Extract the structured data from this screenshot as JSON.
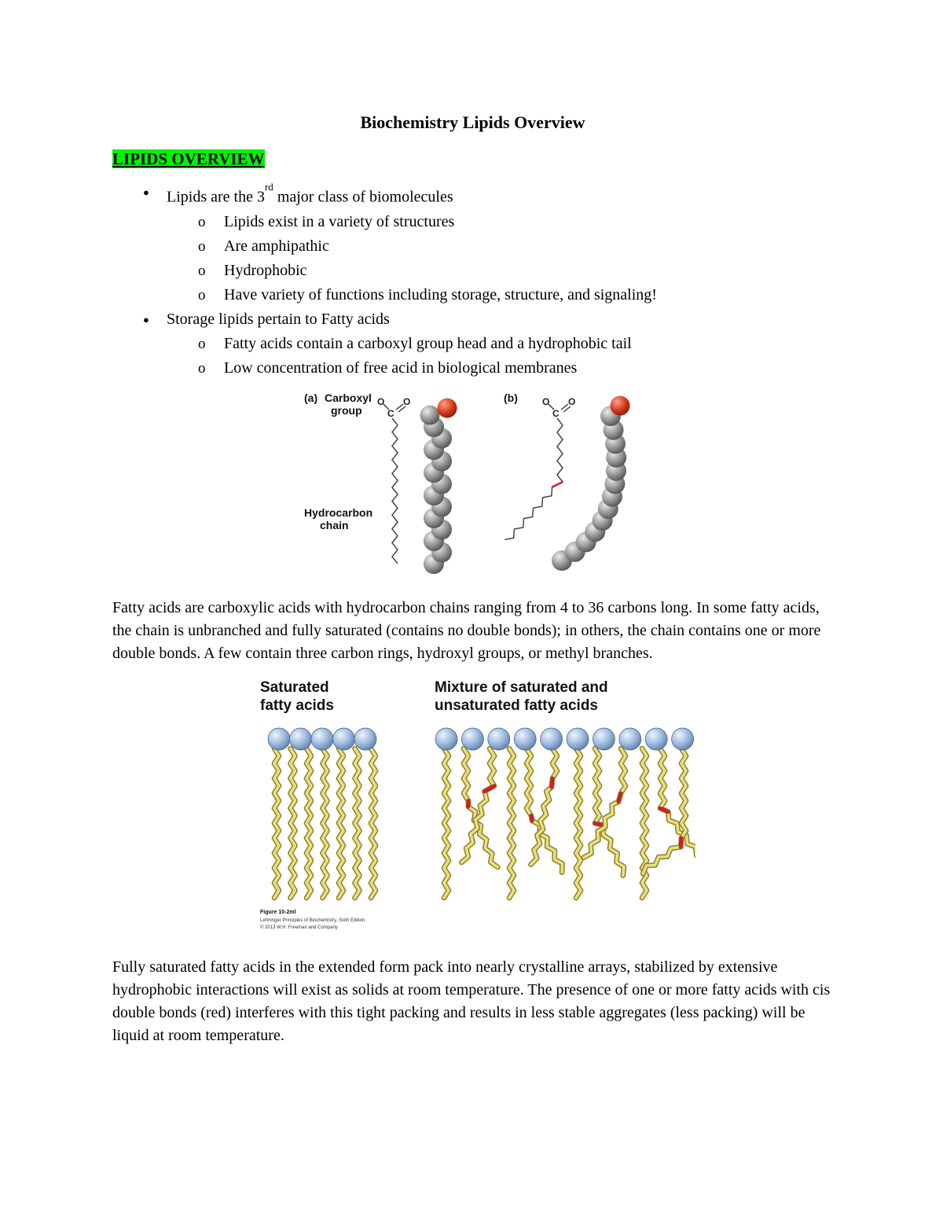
{
  "doc": {
    "title": "Biochemistry Lipids Overview",
    "heading": "LIPIDS OVERVIEW",
    "markers": {
      "l1": "●",
      "l2": "o"
    },
    "list": {
      "item1_pre": "Lipids are the 3",
      "item1_sup": "rd",
      "item1_post": " major class of biomolecules",
      "item1_subs": [
        "Lipids exist in a variety of structures",
        "Are amphipathic",
        "Hydrophobic",
        "Have variety of functions including storage, structure, and signaling!"
      ],
      "item2": "Storage lipids pertain to Fatty acids",
      "item2_subs": [
        "Fatty acids contain a carboxyl group head and a hydrophobic tail",
        "Low concentration of free acid in biological membranes"
      ]
    },
    "paragraph1": "Fatty acids are carboxylic acids with hydrocarbon chains ranging from 4 to 36 carbons long.  In some fatty acids, the chain is unbranched and fully saturated (contains no double bonds); in others, the chain contains one or more double bonds.  A few contain three carbon rings, hydroxyl groups, or methyl branches.",
    "paragraph2": "Fully saturated fatty acids in the extended form pack into nearly crystalline arrays, stabilized by extensive hydrophobic interactions will exist as solids at room temperature.  The presence of one or more fatty acids with cis double bonds (red) interferes with this tight packing and results in less stable aggregates (less packing) will be liquid at room temperature."
  },
  "figure1": {
    "panel_a_label": "(a)",
    "carboxyl_label_line1": "Carboxyl",
    "carboxyl_label_line2": "group",
    "hydrocarbon_label_line1": "Hydrocarbon",
    "hydrocarbon_label_line2": "chain",
    "panel_b_label": "(b)",
    "atom_o": "O",
    "atom_c": "C",
    "colors": {
      "carbon_sphere": "#9a9a9a",
      "oxygen_sphere": "#cc2200"
    }
  },
  "figure2": {
    "left_title_line1": "Saturated",
    "left_title_line2": "fatty acids",
    "right_title_line1": "Mixture of saturated and",
    "right_title_line2": "unsaturated fatty acids",
    "caption_line1": "Figure 10-2ml",
    "caption_line2": "Lehninger Principles of Biochemistry, Sixth Edition",
    "caption_line3": "© 2013 W.H. Freeman and Company",
    "colors": {
      "head_sphere": "#8fb0d8",
      "tail": "#e9df7d",
      "double_bond": "#cc2222"
    }
  }
}
